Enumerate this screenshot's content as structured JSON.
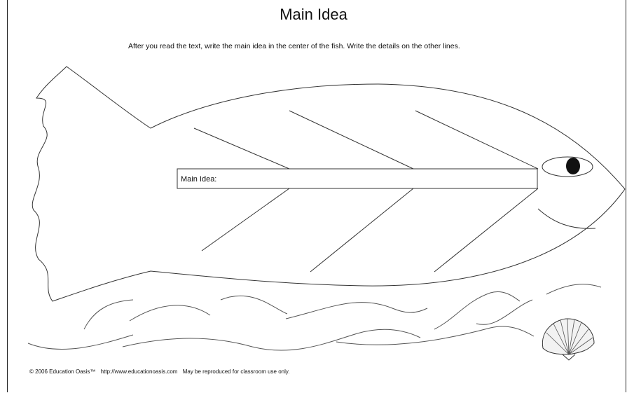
{
  "title": "Main Idea",
  "instructions": "After you read the text, write the main idea in the center of the fish. Write the details on the other lines.",
  "main_idea_label": "Main Idea:",
  "footer": {
    "copyright": "© 2006 Education Oasis™",
    "url": "http://www.educationoasis.com",
    "notice": "May be reproduced for classroom use only."
  },
  "icons": {
    "fish": "fish-outline-icon",
    "eye": "fish-eye-icon",
    "shell": "seashell-icon"
  }
}
